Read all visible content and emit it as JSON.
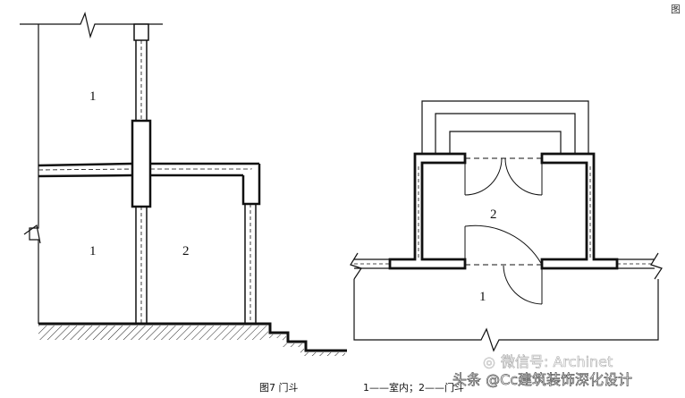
{
  "figure": {
    "corner_text": "图",
    "labels": {
      "section_upper_room": "1",
      "section_lower_room": "1",
      "section_vestibule": "2",
      "plan_vestibule": "2",
      "plan_room": "1"
    },
    "caption": "图7 门斗",
    "legend": "1——室内；2——门斗",
    "watermark_weixin": "微信号: Archinet",
    "watermark_toutiao": "头条 @Cc建筑装饰深化设计"
  }
}
